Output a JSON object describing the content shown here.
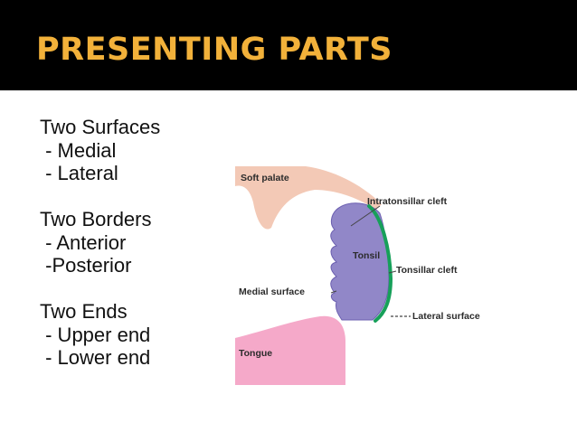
{
  "slide": {
    "title": "PRESENTING PARTS",
    "colors": {
      "title_bar": "#000000",
      "title_text": "#f2b13a",
      "background": "#ffffff"
    }
  },
  "content": {
    "surfaces_heading": "Two Surfaces",
    "surfaces_item_1": " - Medial",
    "surfaces_item_2": " - Lateral",
    "borders_heading": "Two Borders",
    "borders_item_1": " - Anterior",
    "borders_item_2": " -Posterior",
    "ends_heading": "Two Ends",
    "ends_item_1": " - Upper end",
    "ends_item_2": " - Lower end"
  },
  "diagram": {
    "labels": {
      "soft_palate": "Soft palate",
      "intratonsillar_cleft": "Intratonsillar cleft",
      "tonsil": "Tonsil",
      "tonsillar_cleft": "Tonsillar cleft",
      "medial_surface": "Medial surface",
      "lateral_surface": "Lateral surface",
      "tongue": "Tongue"
    },
    "colors": {
      "soft_palate": "#f3c9b6",
      "tongue": "#f5a9c9",
      "tonsil": "#9187c8",
      "tonsil_outline": "#6b5fb0",
      "lateral_surface": "#17a05a",
      "tonsil_label": "#f5e04a",
      "leader_line": "#444444"
    }
  }
}
